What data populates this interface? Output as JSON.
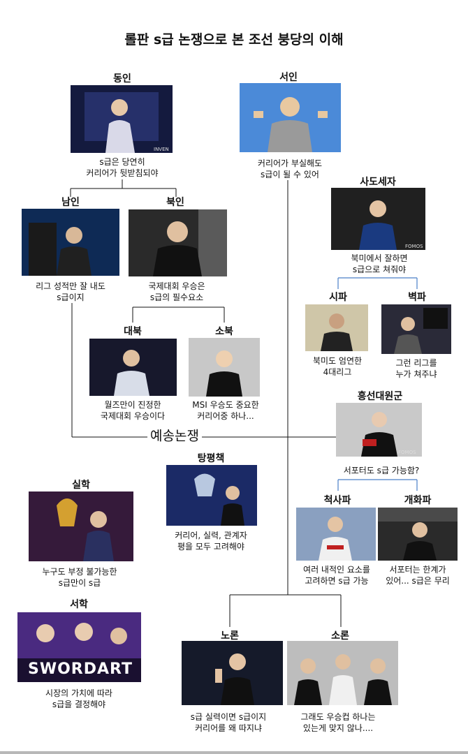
{
  "title": "롤판 s급 논쟁으로 본 조선 붕당의 이해",
  "center_label": "예송논쟁",
  "nodes": {
    "dongin": {
      "label": "동인",
      "caption": [
        "s급은 당연히",
        "커리어가 뒷받침되야"
      ],
      "color": "#141a3e"
    },
    "seoin": {
      "label": "서인",
      "caption": [
        "커리어가 부실해도",
        "s급이 될 수 있어"
      ],
      "color": "#3a7fd0"
    },
    "namin": {
      "label": "남인",
      "caption": [
        "리그 성적만 잘 내도",
        "s급이지"
      ],
      "color": "#0e2a55"
    },
    "bukin": {
      "label": "북인",
      "caption": [
        "국제대회 우승은",
        "s급의 필수요소"
      ],
      "color": "#222"
    },
    "daebuk": {
      "label": "대북",
      "caption": [
        "월즈만이 진정한",
        "국제대회 우승이다"
      ],
      "color": "#17182c"
    },
    "sobuk": {
      "label": "소북",
      "caption": [
        "MSI 우승도 중요한",
        "커리어중 하나..."
      ],
      "color": "#c8c8c8"
    },
    "sado": {
      "label": "사도세자",
      "caption": [
        "북미에서 잘하면",
        "s급으로 쳐줘야"
      ],
      "color": "#202020"
    },
    "sipa": {
      "label": "시파",
      "caption": [
        "북미도 엄연한",
        "4대리그"
      ],
      "color": "#cfc6a8"
    },
    "byeokpa": {
      "label": "벽파",
      "caption": [
        "그런 리그를",
        "누가 쳐주냐"
      ],
      "color": "#2a2a38"
    },
    "heungseon": {
      "label": "흥선대원군",
      "caption": [
        "서포터도 s급 가능함?"
      ],
      "color": "#c9c9c9"
    },
    "tangpyeong": {
      "label": "탕평책",
      "caption": [
        "커리어, 실력, 관계자",
        "평을 모두 고려해야"
      ],
      "color": "#1b2a66"
    },
    "silhak": {
      "label": "실학",
      "caption": [
        "누구도 부정 불가능한",
        "s급만이 s급"
      ],
      "color": "#351a3a"
    },
    "cheoksa": {
      "label": "척사파",
      "caption": [
        "여러 내적인 요소를",
        "고려하면 s급 가능"
      ],
      "color": "#8aa0c0"
    },
    "gaehwa": {
      "label": "개화파",
      "caption": [
        "서포터는 한계가",
        "있어... s급은 무리"
      ],
      "color": "#2a2a2a"
    },
    "seohak": {
      "label": "서학",
      "caption": [
        "시장의 가치에 따라",
        "s급을 결정해야"
      ],
      "color": "#4a2a80"
    },
    "noron": {
      "label": "노론",
      "caption": [
        "s급 실력이면 s급이지",
        "커리어를 왜 따지냐"
      ],
      "color": "#151a2a"
    },
    "soron": {
      "label": "소론",
      "caption": [
        "그래도 우승컵 하나는",
        "있는게 맞지 않나...."
      ],
      "color": "#bdbdbd"
    }
  },
  "seohak_logo_text": "SWORDART",
  "watermark_inven": "INVEN",
  "watermark_fomos": "FOMOS"
}
